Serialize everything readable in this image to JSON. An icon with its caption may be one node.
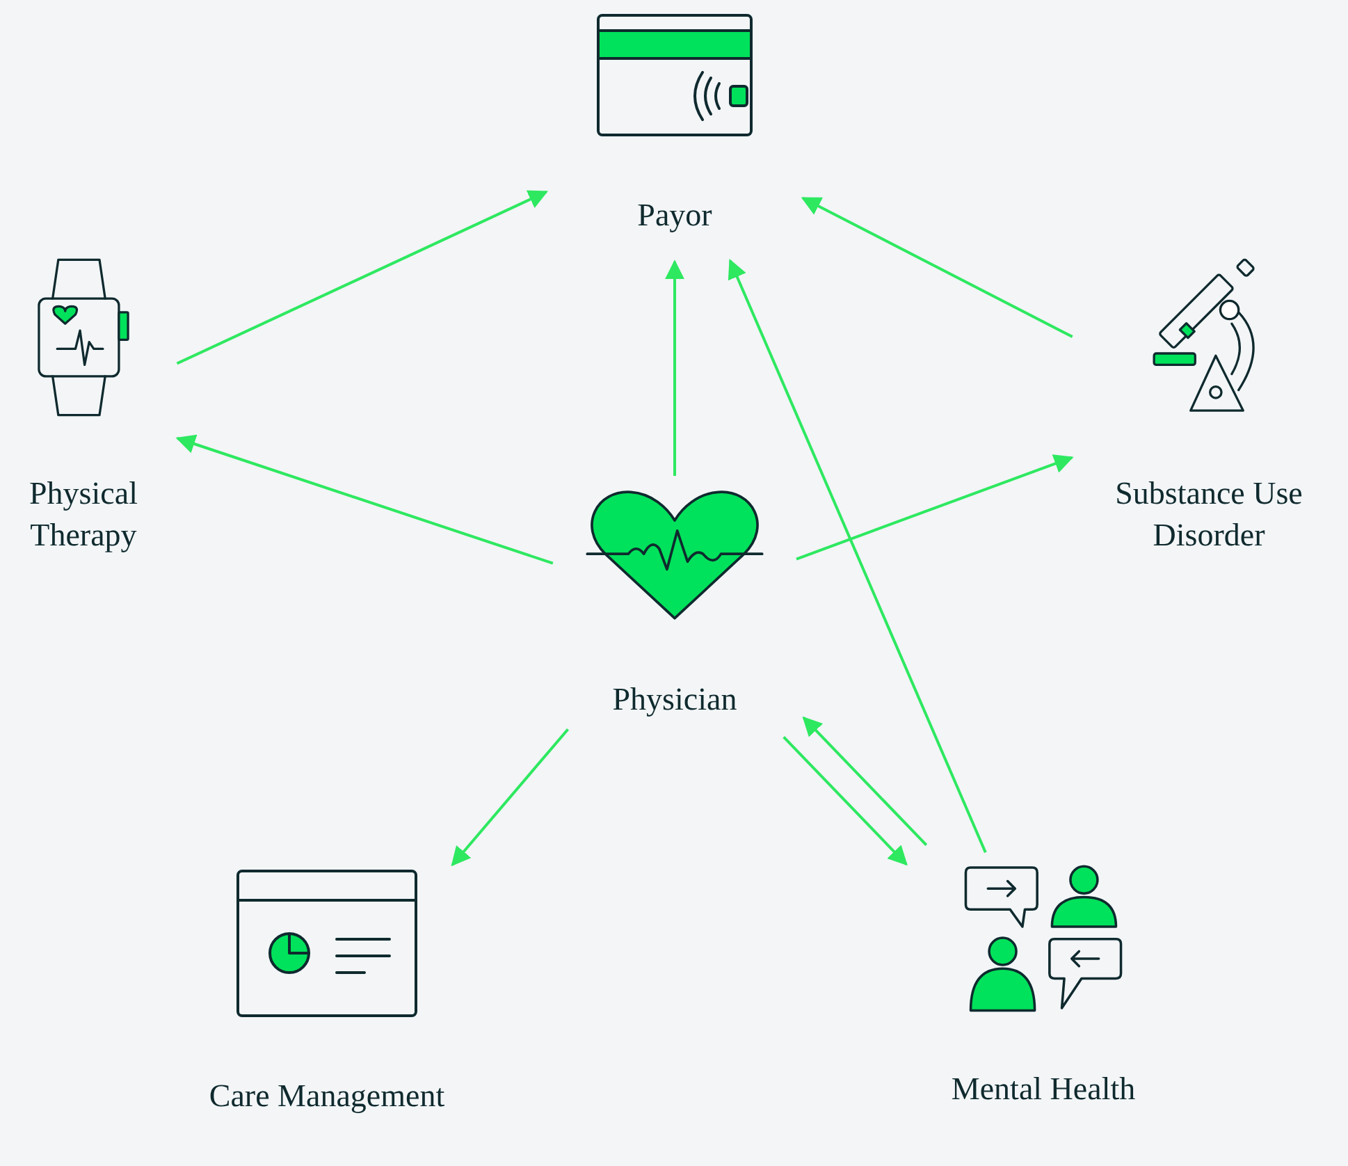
{
  "diagram": {
    "nodes": [
      {
        "text": [
          "Payor"
        ]
      },
      {
        "text": [
          "Physical Therapy"
        ]
      },
      {
        "text": [
          "Substance Use Disorder"
        ]
      },
      {
        "text": [
          "Physician"
        ]
      },
      {
        "text": [
          "Care Management"
        ]
      },
      {
        "text": [
          "Mental Health"
        ]
      }
    ],
    "edges": [
      {
        "from": 1,
        "to": 0,
        "arrow": "to"
      },
      {
        "from": 2,
        "to": 0,
        "arrow": "to"
      },
      {
        "from": 3,
        "to": 0,
        "arrow": "to"
      },
      {
        "from": 5,
        "to": 0,
        "arrow": "to"
      },
      {
        "from": 3,
        "to": 1,
        "arrow": "to"
      },
      {
        "from": 3,
        "to": 2,
        "arrow": "to"
      },
      {
        "from": 3,
        "to": 4,
        "arrow": "to"
      },
      {
        "from": 3,
        "to": 5,
        "arrow": "to"
      },
      {
        "from": 5,
        "to": 3,
        "arrow": "to"
      }
    ]
  }
}
